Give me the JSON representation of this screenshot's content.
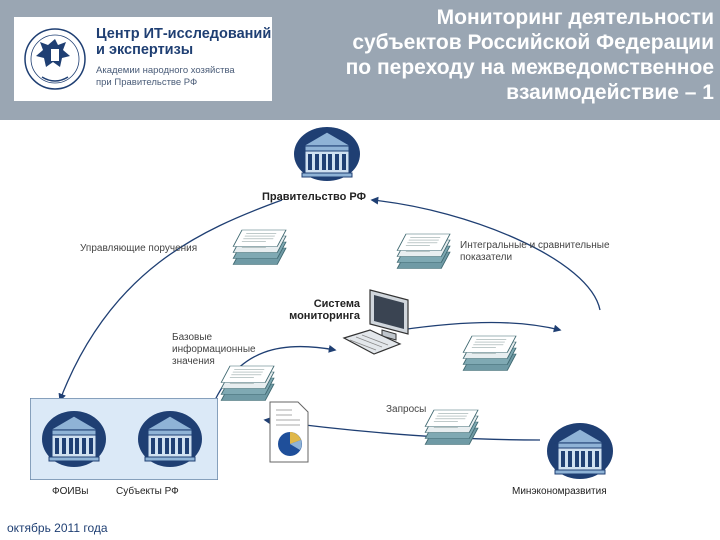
{
  "header": {
    "title_lines": [
      "Мониторинг деятельности",
      "субъектов Российской Федерации",
      "по переходу на межведомственное",
      "взаимодействие – 1"
    ],
    "logo": {
      "line1": "Центр ИТ-исследований",
      "line2": "и экспертизы",
      "line3": "Академии народного хозяйства",
      "line4": "при Правительстве РФ"
    }
  },
  "diagram": {
    "government": "Правительство РФ",
    "instructions": "Управляющие поручения",
    "indicators": [
      "Интегральные и сравнительные",
      "показатели"
    ],
    "system": [
      "Система",
      "мониторинга"
    ],
    "base_values": [
      "Базовые",
      "информационные",
      "значения"
    ],
    "requests": "Запросы",
    "foivs": "ФОИВы",
    "subjects": "Субъекты РФ",
    "ministry": "Минэкономразвития"
  },
  "footer": {
    "date": "октябрь 2011 года"
  },
  "colors": {
    "header_bg": "#9aa6b3",
    "doc_stack": "#6f9aa5",
    "building": "#1f3f73",
    "accent": "#1f4f9a"
  }
}
